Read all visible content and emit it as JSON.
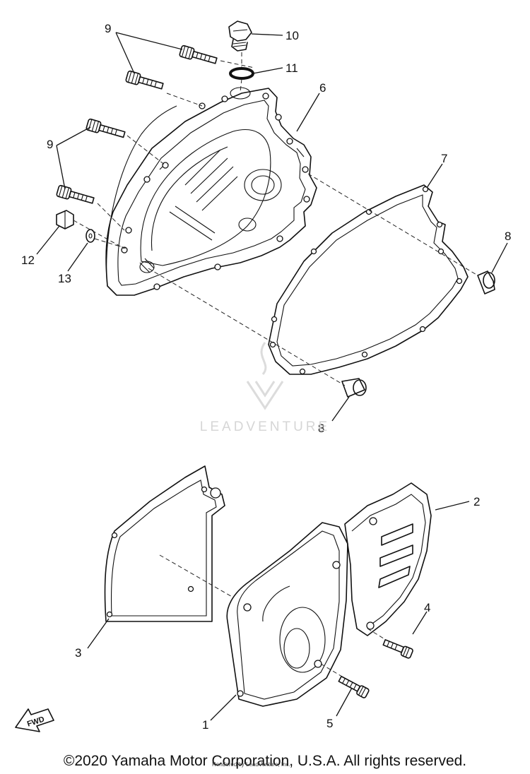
{
  "diagram": {
    "callouts": [
      "9",
      "10",
      "11",
      "6",
      "9",
      "7",
      "12",
      "13",
      "8",
      "8",
      "2",
      "3",
      "4",
      "1",
      "5"
    ],
    "fwd_label": "FWD",
    "watermark": "LEADVENTURE",
    "render_credit": "Rendered by LeadVenture, Inc.",
    "copyright": "©2020 Yamaha Motor Corporation, U.S.A. All rights reserved."
  }
}
